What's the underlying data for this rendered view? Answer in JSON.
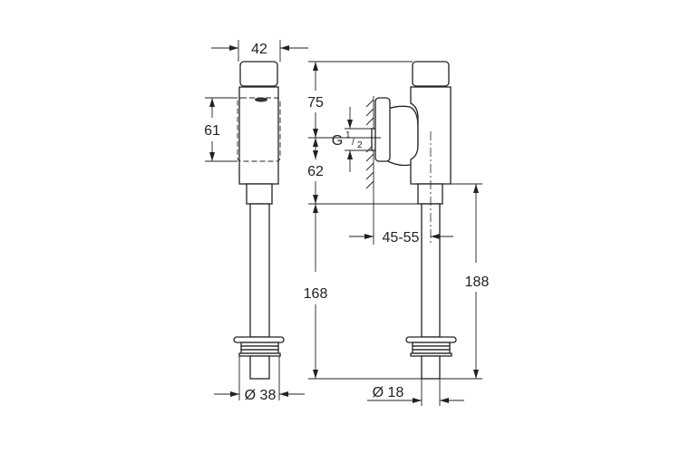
{
  "dimensions": {
    "front_width": "42",
    "front_height": "61",
    "flange_diameter": "Ø 38",
    "top_to_center": "75",
    "center_to_neck": "62",
    "thread_g": "G",
    "thread_num": "1",
    "thread_den": "2",
    "wall_offset": "45-55",
    "pipe_length": "168",
    "total_length": "188",
    "pipe_diameter": "Ø 18"
  }
}
